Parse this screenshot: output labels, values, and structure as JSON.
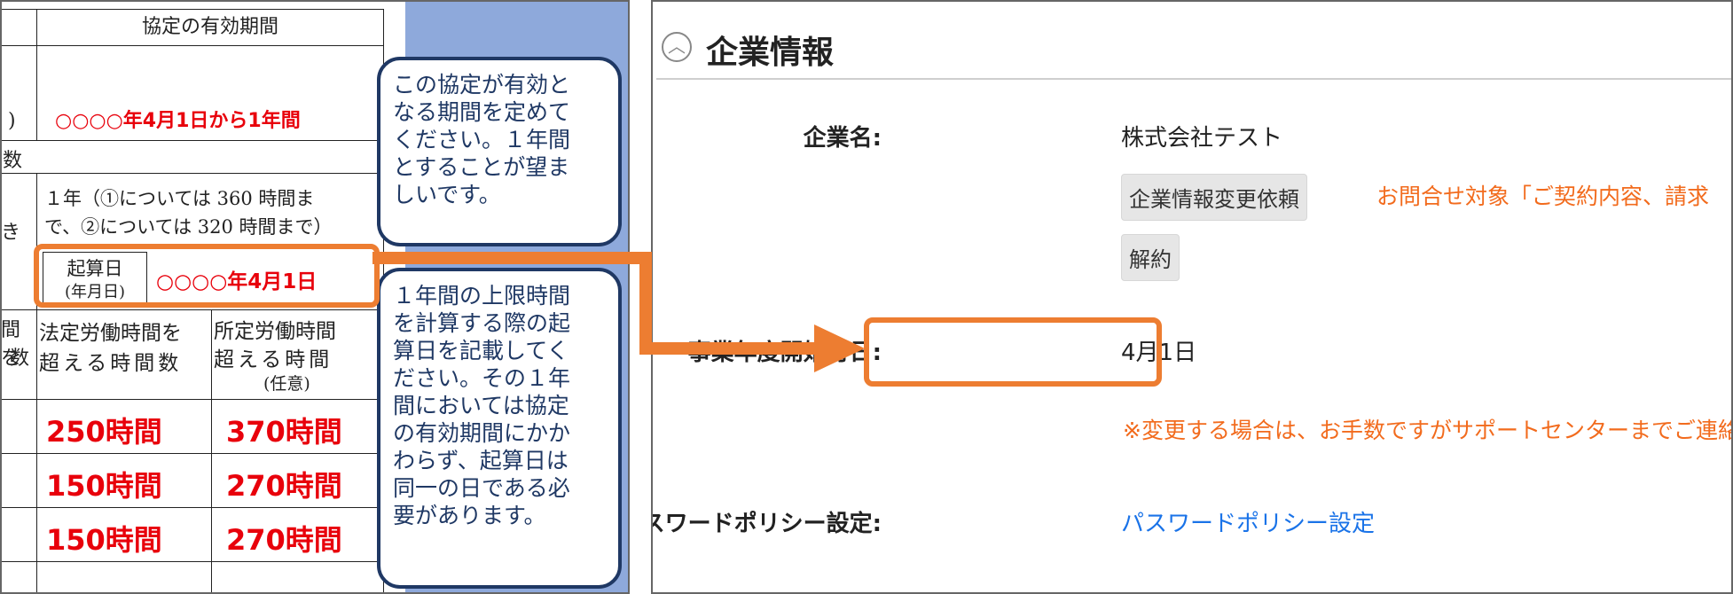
{
  "left": {
    "table": {
      "validity_header": "協定の有効期間",
      "validity_value": "○○○○年4月1日から1年間",
      "left_fragments": [
        ")",
        "数",
        "き",
        "間を",
        "数"
      ],
      "year_text_line1": "１年（①については 360 時間ま",
      "year_text_line2": "で、②については 320 時間まで）",
      "kisanbi_label_line1": "起算日",
      "kisanbi_label_line2": "(年月日)",
      "kisanbi_value": "○○○○年4月1日",
      "col_statutory_line1": "法定労働時間を",
      "col_statutory_line2": "超える時間数",
      "col_prescribed_line1": "所定労働時間",
      "col_prescribed_line2": "超える時間",
      "col_prescribed_line3": "(任意)",
      "rows": [
        {
          "statutory": "250時間",
          "prescribed": "370時間"
        },
        {
          "statutory": "150時間",
          "prescribed": "270時間"
        },
        {
          "statutory": "150時間",
          "prescribed": "270時間"
        }
      ]
    },
    "callout_validity": [
      "この協定が有効と",
      "なる期間を定めて",
      "ください。１年間",
      "とすることが望ま",
      "しいです。"
    ],
    "callout_kisanbi": [
      "１年間の上限時間",
      "を計算する際の起",
      "算日を記載してく",
      "ださい。その１年",
      "間においては協定",
      "の有効期間にかか",
      "わらず、起算日は",
      "同一の日である必",
      "要があります。"
    ]
  },
  "right": {
    "section_title": "企業情報",
    "company_name_label": "企業名:",
    "company_name_value": "株式会社テスト",
    "change_request_button": "企業情報変更依頼",
    "inquiry_note": "お問合せ対象「ご契約内容、請求",
    "cancel_button": "解約",
    "fiscal_start_label": "事業年度開始月日:",
    "fiscal_start_value": "4月1日",
    "change_note": "※変更する場合は、お手数ですがサポートセンターまでご連絡",
    "password_policy_label": "パスワードポリシー設定:",
    "password_policy_link": "パスワードポリシー設定"
  },
  "colors": {
    "highlight_orange": "#ed7d31",
    "value_red": "#e8000b",
    "callout_navy": "#1f3864",
    "link_blue": "#1a73e8",
    "note_orange": "#f26b1d",
    "strip_blue": "#8ea9db"
  },
  "icons": {
    "collapse": "chevron-up-circle-icon",
    "flow_arrow": "right-arrow-icon"
  }
}
